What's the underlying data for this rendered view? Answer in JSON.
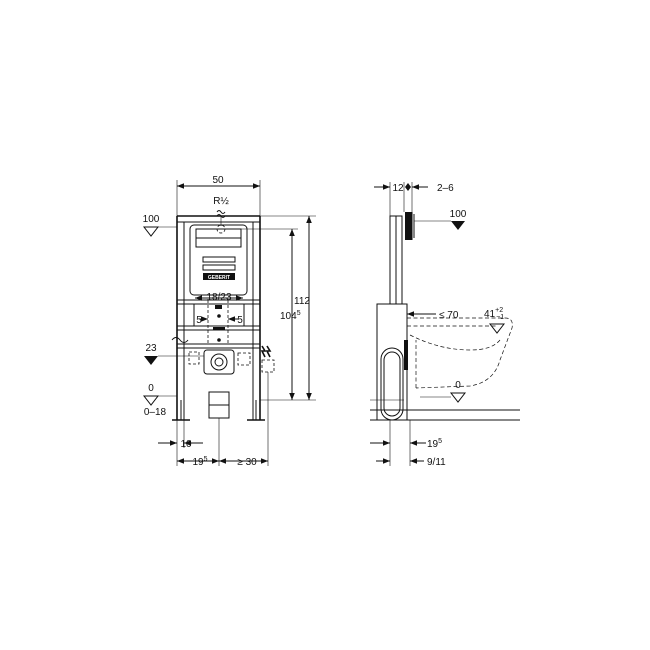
{
  "front_view": {
    "width": "50",
    "pipe_thread": "R½",
    "level_top": "100",
    "level_middle": "23",
    "level_floor": "0",
    "floor_range": "0–18",
    "flush_size": "18/23",
    "offset_left": "5",
    "offset_right": "5",
    "height_total": "112",
    "height_inner_base": "104",
    "height_inner_sup": "5",
    "dim_10": "10",
    "dim_19_base": "19",
    "dim_19_sup": "5",
    "dim_min30": "≥ 30",
    "brand": "GEBERIT"
  },
  "side_view": {
    "depth": "12",
    "wall_range": "2–6",
    "level_top": "100",
    "level_floor": "0",
    "bowl_max": "≤ 70",
    "seat_height_base": "41",
    "seat_tol_plus": "+2",
    "seat_tol_minus": "−1",
    "dim_19_base": "19",
    "dim_19_sup": "5",
    "dim_9_11": "9/11"
  }
}
